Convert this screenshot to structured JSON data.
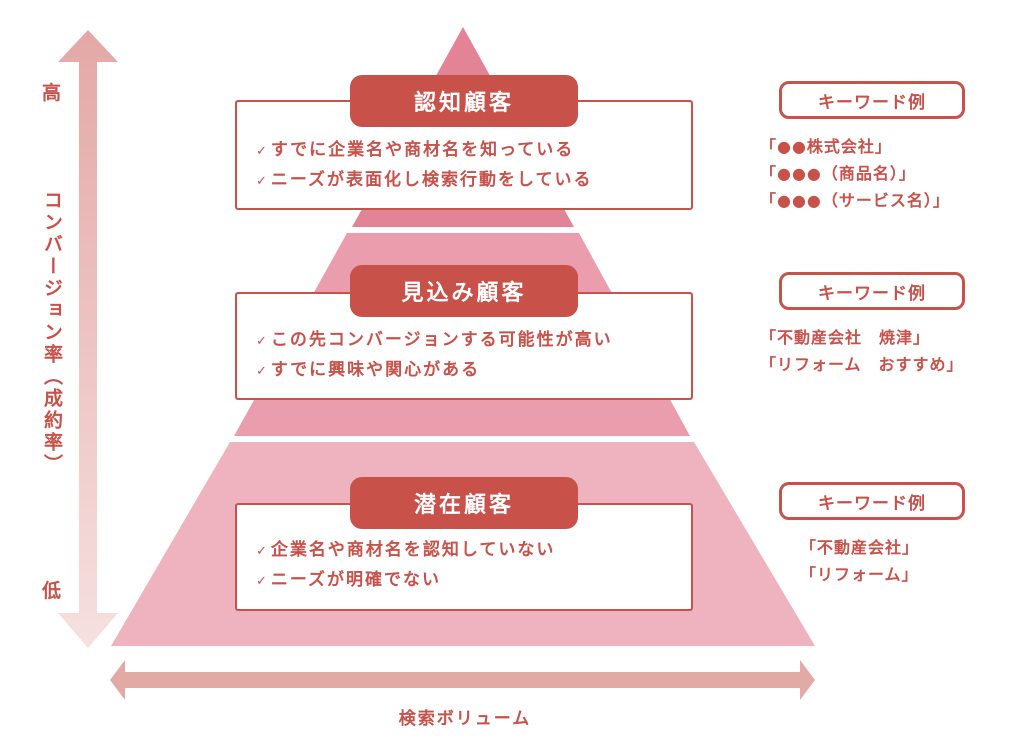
{
  "colors": {
    "accent": "#c8514a",
    "tier_top": "#e38496",
    "tier_middle": "#ea9dad",
    "tier_bottom": "#efb3c0",
    "arrow_vertical_top": "#e3a8a6",
    "arrow_vertical_bottom": "#f5dcdc",
    "arrow_horizontal": "#e2aaa5"
  },
  "axes": {
    "vertical": {
      "high_label": "高",
      "low_label": "低",
      "title": "コンバージョン率（成約率）"
    },
    "horizontal": {
      "title": "検索ボリューム"
    }
  },
  "tiers": [
    {
      "title": "認知顧客",
      "points": [
        "すでに企業名や商材名を知っている",
        "ニーズが表面化し検索行動をしている"
      ],
      "keyword_label": "キーワード例",
      "keywords": [
        "「●●株式会社」",
        "「●●●（商品名）」",
        "「●●●（サービス名）」"
      ]
    },
    {
      "title": "見込み顧客",
      "points": [
        "この先コンバージョンする可能性が高い",
        "すでに興味や関心がある"
      ],
      "keyword_label": "キーワード例",
      "keywords": [
        "「不動産会社　焼津」",
        "「リフォーム　おすすめ」"
      ]
    },
    {
      "title": "潜在顧客",
      "points": [
        "企業名や商材名を認知していない",
        "ニーズが明確でない"
      ],
      "keyword_label": "キーワード例",
      "keywords": [
        "「不動産会社」",
        "「リフォーム」"
      ]
    }
  ],
  "check_symbol": "✓"
}
